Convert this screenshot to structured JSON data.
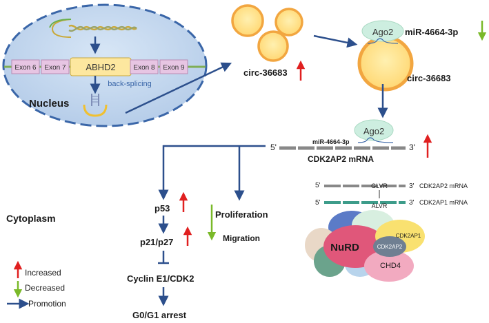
{
  "nucleus": {
    "label": "Nucleus",
    "gene": "ABHD2",
    "exons": [
      "Exon 6",
      "Exon 7",
      "Exon 8",
      "Exon 9"
    ],
    "back_splicing": "back-splicing"
  },
  "circ_left_label": "circ-36683",
  "circ_right_label": "circ-36683",
  "ago2_top": "Ago2",
  "mir_top": "miR-4664-3p",
  "ago2_mid": "Ago2",
  "mir_mid": "miR-4664-3p",
  "mrna": {
    "five": "5'",
    "three": "3'",
    "label": "CDK2AP2 mRNA"
  },
  "pathway": {
    "p53": "p53",
    "p21p27": "p21/p27",
    "cyclin": "Cyclin E1/CDK2",
    "arrest": "G0/G1 arrest",
    "proliferation": "Proliferation",
    "migration": "Migration"
  },
  "alignment": {
    "row1": {
      "five": "5'",
      "three": "3'",
      "motif": "GLVR",
      "label": "CDK2AP2 mRNA"
    },
    "row2": {
      "five": "5'",
      "three": "3'",
      "motif": "ALVR",
      "label": "CDK2AP1 mRNA"
    }
  },
  "nurd": {
    "label": "NuRD",
    "cdk2ap1": "CDK2AP1",
    "cdk2ap2": "CDK2AP2",
    "chd4": "CHD4"
  },
  "cytoplasm_label": "Cytoplasm",
  "legend": {
    "increased": "Increased",
    "decreased": "Decreased",
    "promotion": "Promotion"
  },
  "colors": {
    "up_arrow": "#e02020",
    "down_arrow": "#7ab929",
    "promotion_arrow": "#2c4f8c",
    "nucleus_fill": "#c5d9ef",
    "nucleus_border": "#3a66a8",
    "circ_fill": "#ffe08a",
    "circ_ring": "#f2a640",
    "ago2_fill": "#cdeee0"
  }
}
